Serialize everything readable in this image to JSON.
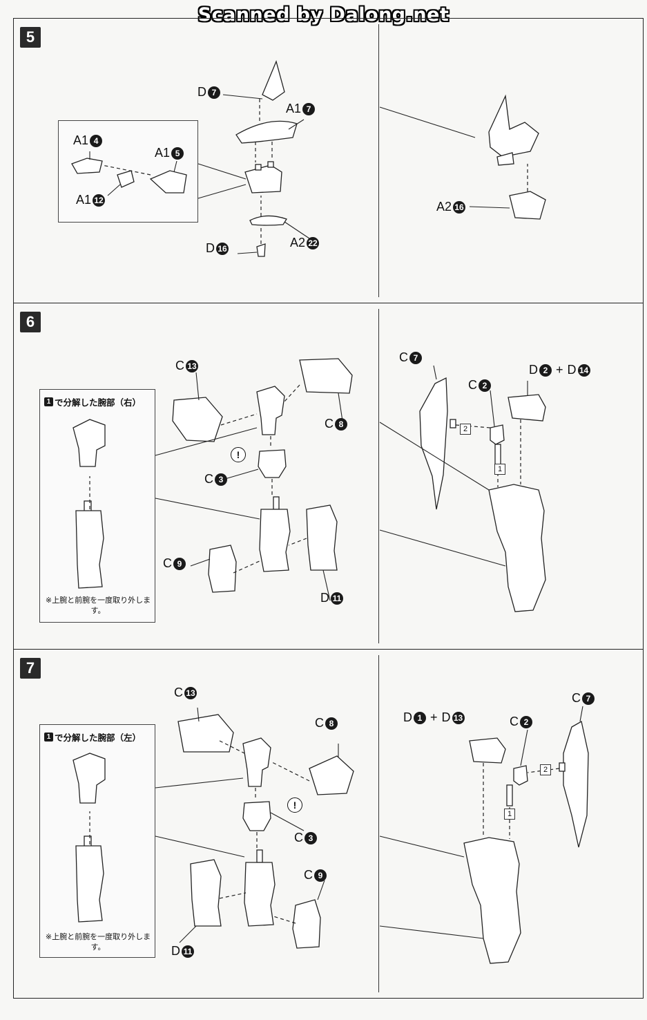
{
  "banner": "Scanned by Dalong.net",
  "steps": [
    {
      "number": "5",
      "labels": {
        "d7": {
          "runner": "D",
          "part": "7"
        },
        "a1_7": {
          "runner": "A1",
          "part": "7"
        },
        "a1_4": {
          "runner": "A1",
          "part": "4"
        },
        "a1_5": {
          "runner": "A1",
          "part": "5"
        },
        "a1_12": {
          "runner": "A1",
          "part": "12"
        },
        "a2_22": {
          "runner": "A2",
          "part": "22"
        },
        "d16": {
          "runner": "D",
          "part": "16"
        },
        "a2_16": {
          "runner": "A2",
          "part": "16"
        }
      }
    },
    {
      "number": "6",
      "inset_title_num": "1",
      "inset_title": "で分解した腕部（右）",
      "inset_note": "※上腕と前腕を一度取り外します。",
      "labels": {
        "c13": {
          "runner": "C",
          "part": "13"
        },
        "c8": {
          "runner": "C",
          "part": "8"
        },
        "c3": {
          "runner": "C",
          "part": "3"
        },
        "c9": {
          "runner": "C",
          "part": "9"
        },
        "d11": {
          "runner": "D",
          "part": "11"
        },
        "c7": {
          "runner": "C",
          "part": "7"
        },
        "c2": {
          "runner": "C",
          "part": "2"
        },
        "d2": {
          "runner": "D",
          "part": "2"
        },
        "d14": {
          "runner": "D",
          "part": "14"
        }
      },
      "order1": "1",
      "order2": "2",
      "warning": "!"
    },
    {
      "number": "7",
      "inset_title_num": "1",
      "inset_title": "で分解した腕部（左）",
      "inset_note": "※上腕と前腕を一度取り外します。",
      "labels": {
        "c13": {
          "runner": "C",
          "part": "13"
        },
        "c8": {
          "runner": "C",
          "part": "8"
        },
        "c3": {
          "runner": "C",
          "part": "3"
        },
        "c9": {
          "runner": "C",
          "part": "9"
        },
        "d11": {
          "runner": "D",
          "part": "11"
        },
        "c7": {
          "runner": "C",
          "part": "7"
        },
        "c2": {
          "runner": "C",
          "part": "2"
        },
        "d1": {
          "runner": "D",
          "part": "1"
        },
        "d13": {
          "runner": "D",
          "part": "13"
        }
      },
      "order1": "1",
      "order2": "2",
      "warning": "!"
    }
  ],
  "plus_sign": "+"
}
